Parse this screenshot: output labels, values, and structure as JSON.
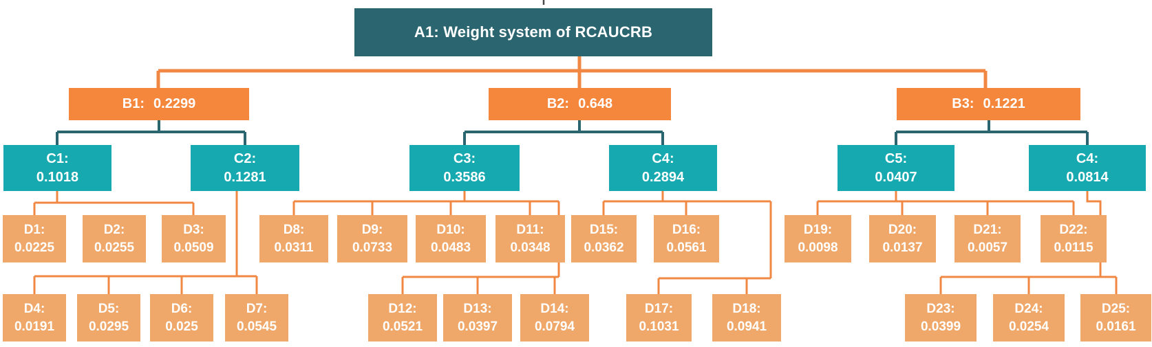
{
  "colors": {
    "root_bg": "#2B6570",
    "branch_bg": "#F5873D",
    "criteria_bg": "#17A9B0",
    "leaf_bg": "#EFA869",
    "connector_orange": "#F08843",
    "connector_teal": "#2B6570",
    "top_tick": "#4a4a4a",
    "text": "#FFFFFF"
  },
  "diagram": {
    "root": {
      "label": "A1: Weight system of RCAUCRB"
    },
    "branches": [
      {
        "name": "B1:",
        "value": "0.2299"
      },
      {
        "name": "B2:",
        "value": "0.648"
      },
      {
        "name": "B3:",
        "value": "0.1221"
      }
    ],
    "criteria": [
      {
        "name": "C1:",
        "value": "0.1018"
      },
      {
        "name": "C2:",
        "value": "0.1281"
      },
      {
        "name": "C3:",
        "value": "0.3586"
      },
      {
        "name": "C4:",
        "value": "0.2894"
      },
      {
        "name": "C5:",
        "value": "0.0407"
      },
      {
        "name": "C4:",
        "value": "0.0814"
      }
    ],
    "leaves": [
      {
        "name": "D1:",
        "value": "0.0225"
      },
      {
        "name": "D2:",
        "value": "0.0255"
      },
      {
        "name": "D3:",
        "value": "0.0509"
      },
      {
        "name": "D4:",
        "value": "0.0191"
      },
      {
        "name": "D5:",
        "value": "0.0295"
      },
      {
        "name": "D6:",
        "value": "0.025"
      },
      {
        "name": "D7:",
        "value": "0.0545"
      },
      {
        "name": "D8:",
        "value": "0.0311"
      },
      {
        "name": "D9:",
        "value": "0.0733"
      },
      {
        "name": "D10:",
        "value": "0.0483"
      },
      {
        "name": "D11:",
        "value": "0.0348"
      },
      {
        "name": "D12:",
        "value": "0.0521"
      },
      {
        "name": "D13:",
        "value": "0.0397"
      },
      {
        "name": "D14:",
        "value": "0.0794"
      },
      {
        "name": "D15:",
        "value": "0.0362"
      },
      {
        "name": "D16:",
        "value": "0.0561"
      },
      {
        "name": "D17:",
        "value": "0.1031"
      },
      {
        "name": "D18:",
        "value": "0.0941"
      },
      {
        "name": "D19:",
        "value": "0.0098"
      },
      {
        "name": "D20:",
        "value": "0.0137"
      },
      {
        "name": "D21:",
        "value": "0.0057"
      },
      {
        "name": "D22:",
        "value": "0.0115"
      },
      {
        "name": "D23:",
        "value": "0.0399"
      },
      {
        "name": "D24:",
        "value": "0.0254"
      },
      {
        "name": "D25:",
        "value": "0.0161"
      }
    ]
  }
}
